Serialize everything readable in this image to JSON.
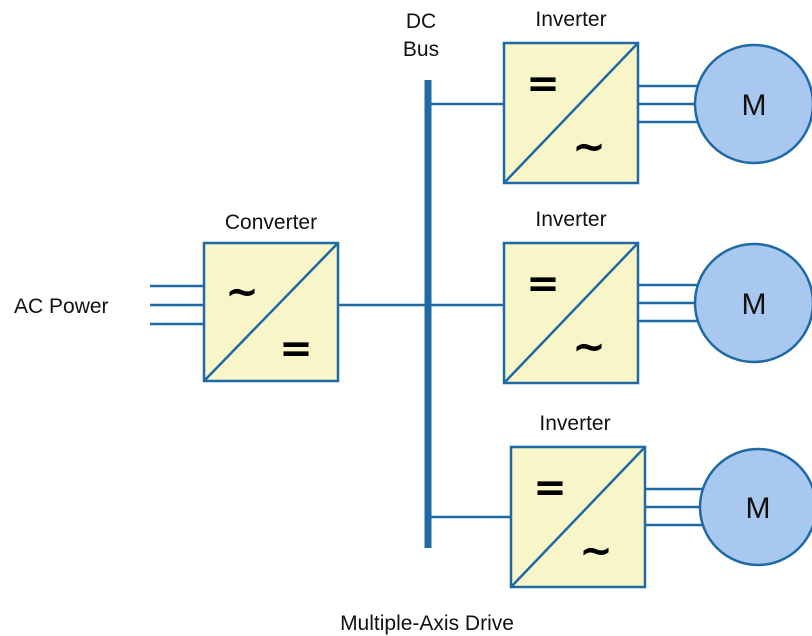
{
  "labels": {
    "dc_bus_line1": "DC",
    "dc_bus_line2": "Bus",
    "converter": "Converter",
    "ac_power": "AC Power",
    "inverter_1": "Inverter",
    "inverter_2": "Inverter",
    "inverter_3": "Inverter",
    "footer": "Multiple-Axis Drive"
  },
  "symbols": {
    "ac": "~",
    "dc": "="
  },
  "motors": [
    "M",
    "M",
    "M"
  ],
  "colors": {
    "line": "#1f6aa5",
    "block_fill": "#f8f5c8",
    "motor_fill": "#a9c8ef"
  }
}
